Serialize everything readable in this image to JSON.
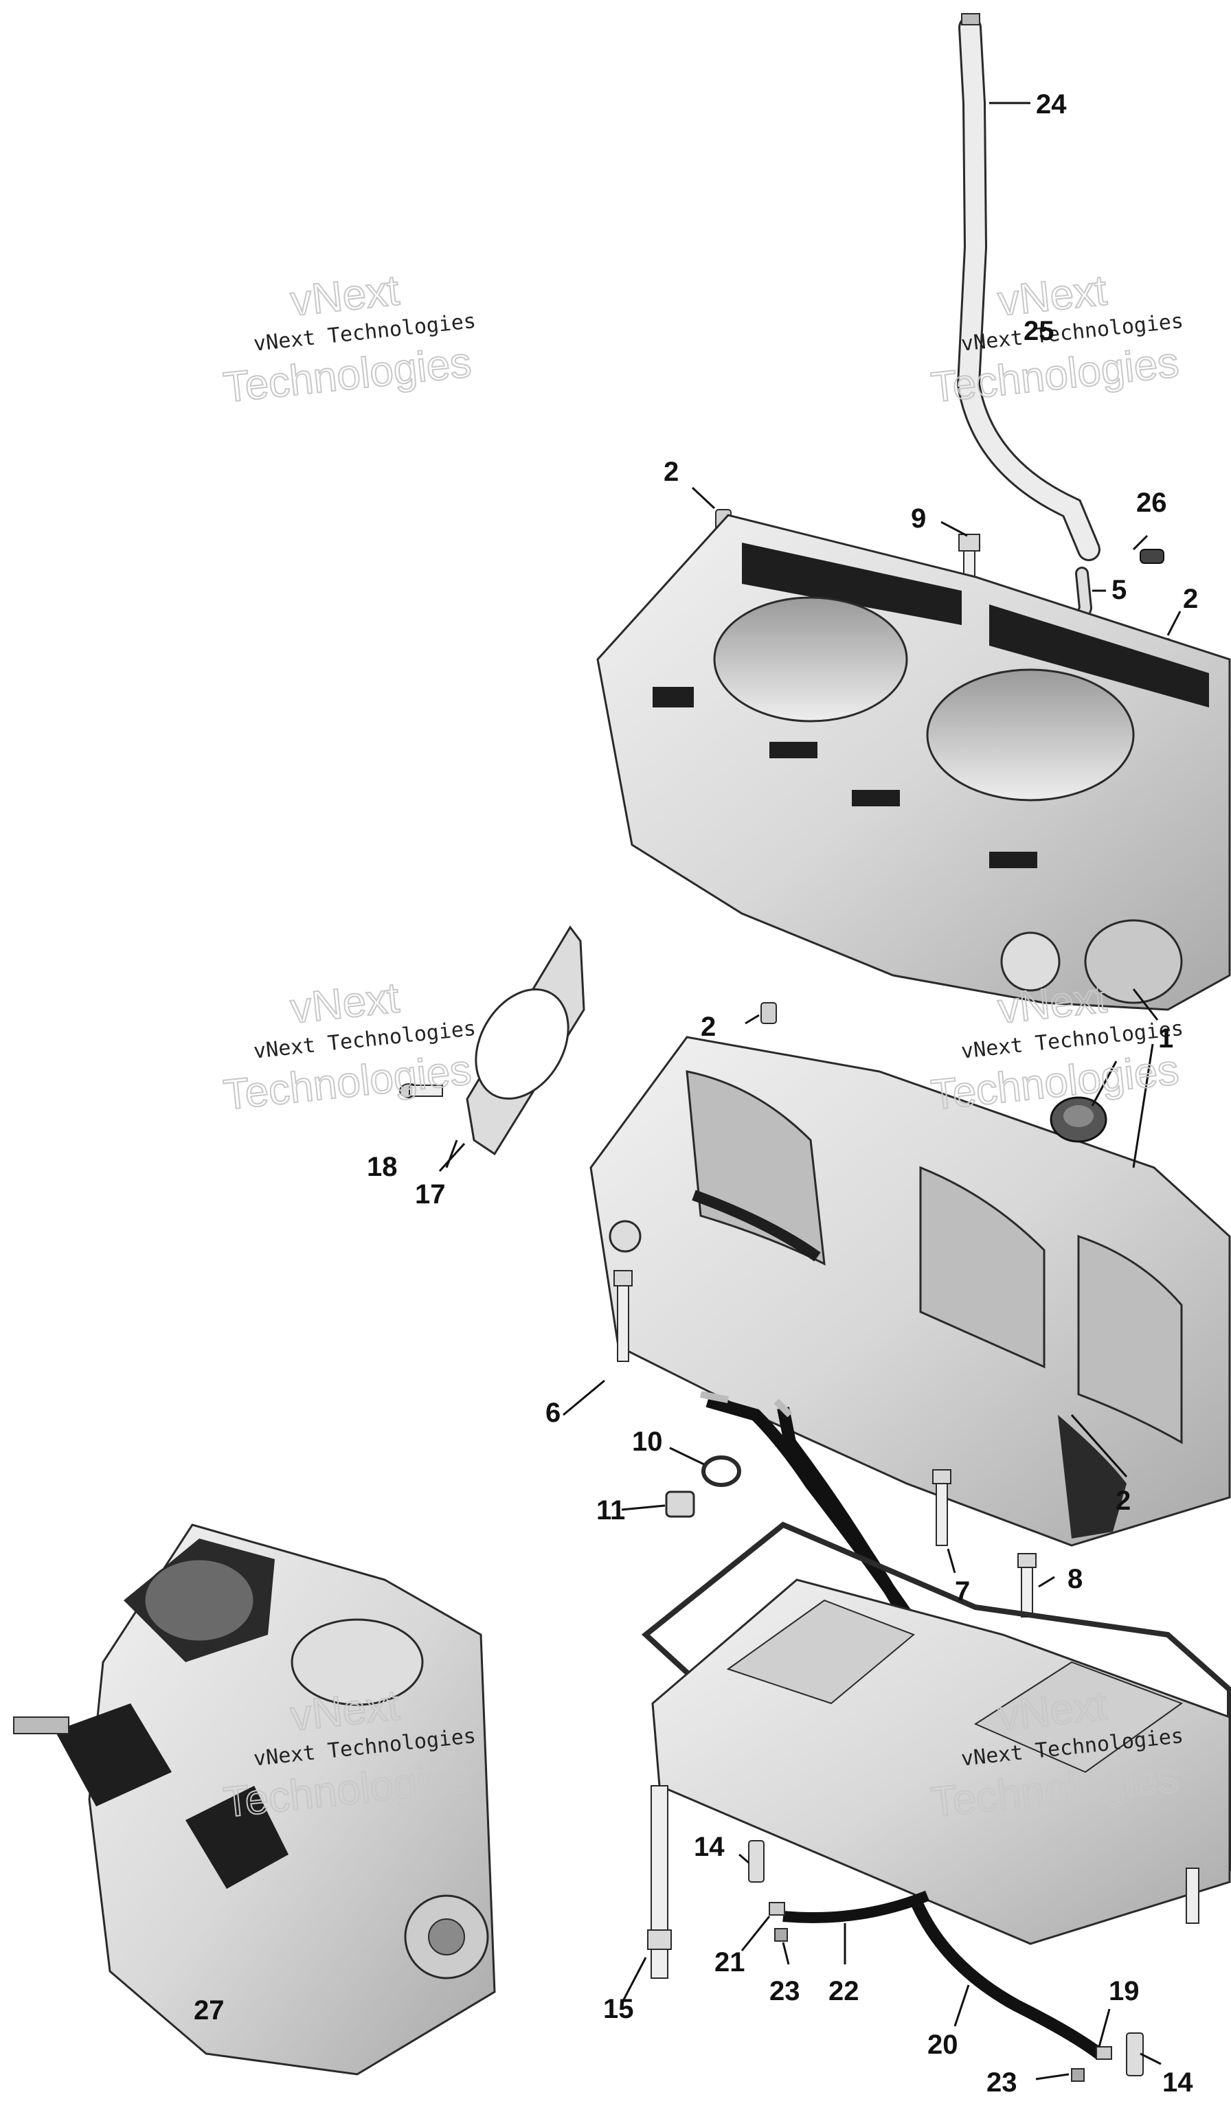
{
  "diagram": {
    "callouts": {
      "c1": "1",
      "c2a": "2",
      "c2b": "2",
      "c2c": "2",
      "c2d": "2",
      "c5": "5",
      "c6": "6",
      "c7": "7",
      "c8": "8",
      "c9": "9",
      "c10": "10",
      "c11": "11",
      "c14a": "14",
      "c14b": "14",
      "c15": "15",
      "c17": "17",
      "c18": "18",
      "c19": "19",
      "c20": "20",
      "c21": "21",
      "c22": "22",
      "c23a": "23",
      "c23b": "23",
      "c24": "24",
      "c25": "25",
      "c26": "26",
      "c27": "27"
    },
    "watermark": {
      "line1": "vNext",
      "line2": "vNext Technologies",
      "line3": "Technologies"
    }
  },
  "colors": {
    "background": "#ffffff",
    "part_fill": "#e4e4e4",
    "part_shade": "#b9b9b9",
    "part_dark": "#1e1e1e",
    "outline": "#2a2a2a",
    "hose": "#111111",
    "gasket": "#d9d9d9"
  }
}
